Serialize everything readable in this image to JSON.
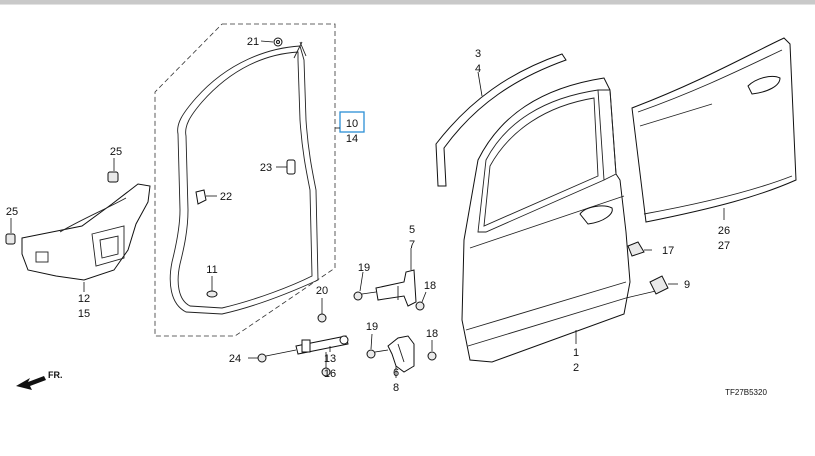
{
  "diagram": {
    "code": "TF27B5320",
    "direction_label": "FR.",
    "callouts": {
      "p1": "1",
      "p2": "2",
      "p3": "3",
      "p4": "4",
      "p5": "5",
      "p7": "7",
      "p6": "6",
      "p8": "8",
      "p9": "9",
      "p10": "10",
      "p14": "14",
      "p11": "11",
      "p12": "12",
      "p15": "15",
      "p13": "13",
      "p16": "16",
      "p17": "17",
      "p18a": "18",
      "p18b": "18",
      "p19a": "19",
      "p19b": "19",
      "p20": "20",
      "p21": "21",
      "p22": "22",
      "p23": "23",
      "p24": "24",
      "p25a": "25",
      "p25b": "25",
      "p26": "26",
      "p27": "27"
    },
    "highlighted_callout": "10",
    "highlight_color": "#2b8fd6"
  }
}
